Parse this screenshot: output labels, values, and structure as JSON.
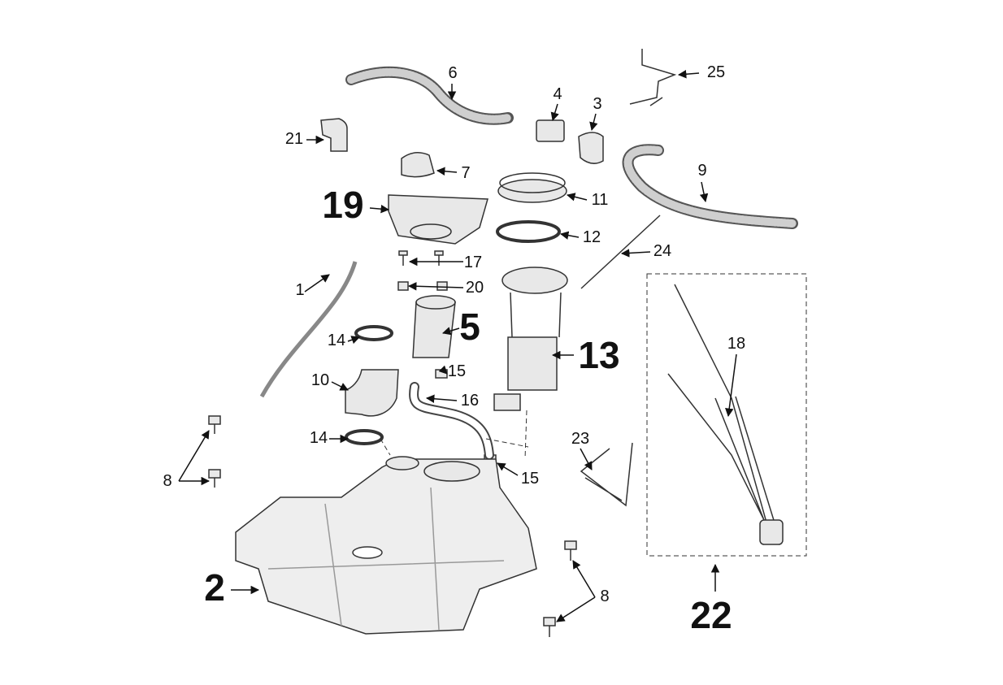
{
  "labels": {
    "p1": "1",
    "p2": "2",
    "p3": "3",
    "p4": "4",
    "p5": "5",
    "p6": "6",
    "p7": "7",
    "p8a": "8",
    "p8b": "8",
    "p9": "9",
    "p10": "10",
    "p11": "11",
    "p12": "12",
    "p13": "13",
    "p14a": "14",
    "p14b": "14",
    "p15a": "15",
    "p15b": "15",
    "p16": "16",
    "p17": "17",
    "p18": "18",
    "p19": "19",
    "p20": "20",
    "p21": "21",
    "p22": "22",
    "p23": "23",
    "p24": "24",
    "p25": "25"
  }
}
